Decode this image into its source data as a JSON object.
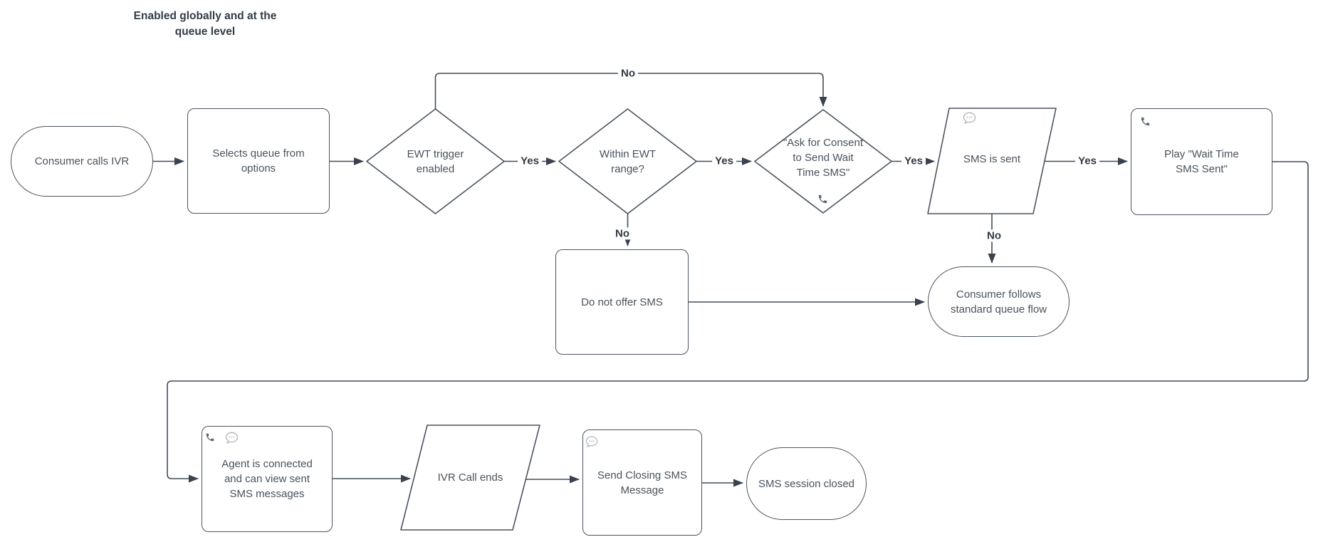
{
  "title": "Enabled globally and at the queue level",
  "colors": {
    "background": "#ffffff",
    "shape_stroke": "#4b545f",
    "connector": "#434d58",
    "arrowhead": "#39424e",
    "node_text": "#49525c",
    "label_text": "#2f3842",
    "phone_icon": "#5b6470",
    "speech_bubble_icon": "#b1b5ba"
  },
  "nodes": {
    "consumer_calls_ivr": {
      "shape": "stadium",
      "label": "Consumer calls IVR"
    },
    "selects_queue": {
      "shape": "rectangle",
      "label": "Selects queue from options"
    },
    "ewt_trigger": {
      "shape": "diamond",
      "label": "EWT trigger enabled"
    },
    "within_ewt_range": {
      "shape": "diamond",
      "label": "Within EWT range?"
    },
    "ask_consent": {
      "shape": "diamond",
      "label": "\"Ask for Consent to Send Wait Time SMS\"",
      "icons": [
        "phone-icon"
      ]
    },
    "sms_is_sent": {
      "shape": "parallelogram",
      "label": "SMS is sent",
      "icons": [
        "speech-bubble-icon"
      ]
    },
    "play_wait_time": {
      "shape": "rectangle",
      "label": "Play \"Wait Time SMS Sent\"",
      "icons": [
        "phone-icon"
      ]
    },
    "do_not_offer_sms": {
      "shape": "rectangle",
      "label": "Do not offer SMS"
    },
    "standard_queue_flow": {
      "shape": "stadium",
      "label": "Consumer follows standard queue flow"
    },
    "agent_connected": {
      "shape": "rectangle",
      "label": "Agent is connected and can view sent SMS messages",
      "icons": [
        "phone-icon",
        "speech-bubble-icon"
      ]
    },
    "ivr_call_ends": {
      "shape": "parallelogram",
      "label": "IVR Call ends"
    },
    "send_closing_sms": {
      "shape": "rectangle",
      "label": "Send Closing SMS Message",
      "icons": [
        "speech-bubble-icon"
      ]
    },
    "sms_session_closed": {
      "shape": "stadium",
      "label": "SMS session closed"
    }
  },
  "edge_labels": {
    "ewt_trigger_yes": "Yes",
    "ewt_trigger_no": "No",
    "within_range_yes": "Yes",
    "within_range_no": "No",
    "consent_yes": "Yes",
    "sms_sent_yes": "Yes",
    "sms_sent_no": "No"
  }
}
